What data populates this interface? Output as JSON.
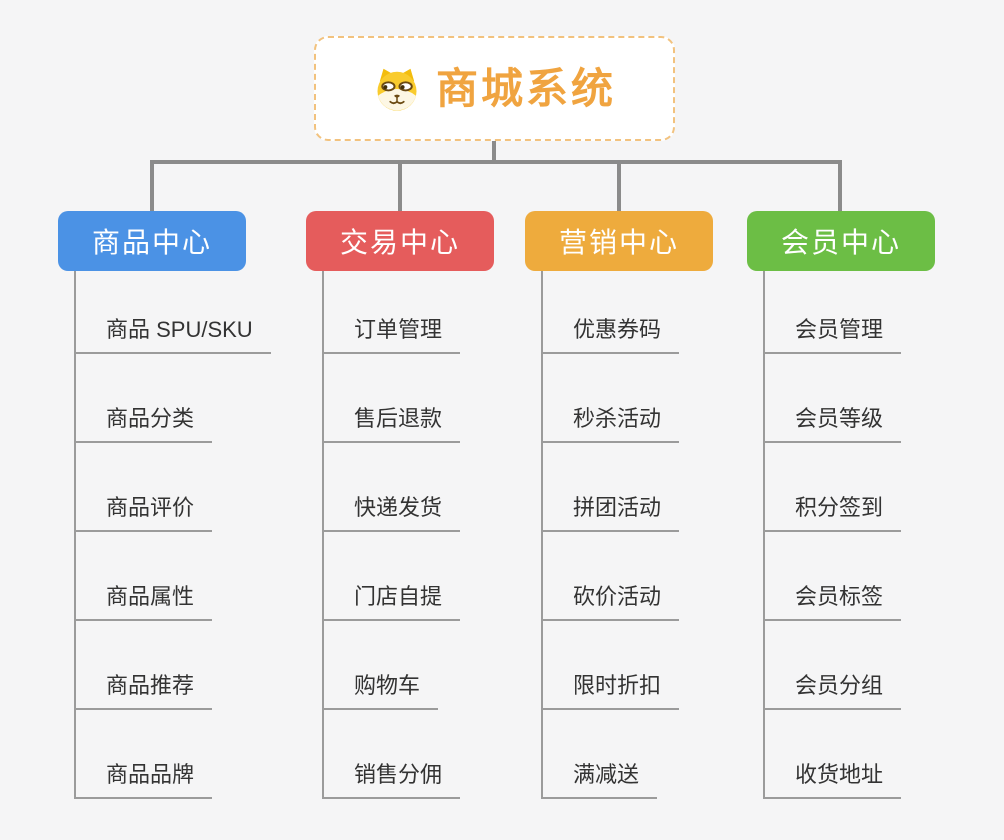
{
  "page": {
    "background_color": "#f5f5f6",
    "connector_color": "#8b8b8b",
    "child_line_color": "#9b9b9b",
    "child_text_color": "#333333"
  },
  "root": {
    "title": "商城系统",
    "icon": "shiba-dog-icon",
    "text_color": "#f0a440",
    "border_color": "#f2c27e"
  },
  "branches": [
    {
      "label": "商品中心",
      "color": "#4b92e5",
      "children": [
        "商品 SPU/SKU",
        "商品分类",
        "商品评价",
        "商品属性",
        "商品推荐",
        "商品品牌"
      ]
    },
    {
      "label": "交易中心",
      "color": "#e55c5c",
      "children": [
        "订单管理",
        "售后退款",
        "快递发货",
        "门店自提",
        "购物车",
        "销售分佣"
      ]
    },
    {
      "label": "营销中心",
      "color": "#eeab3d",
      "children": [
        "优惠券码",
        "秒杀活动",
        "拼团活动",
        "砍价活动",
        "限时折扣",
        "满减送"
      ]
    },
    {
      "label": "会员中心",
      "color": "#6cbe45",
      "children": [
        "会员管理",
        "会员等级",
        "积分签到",
        "会员标签",
        "会员分组",
        "收货地址"
      ]
    }
  ]
}
